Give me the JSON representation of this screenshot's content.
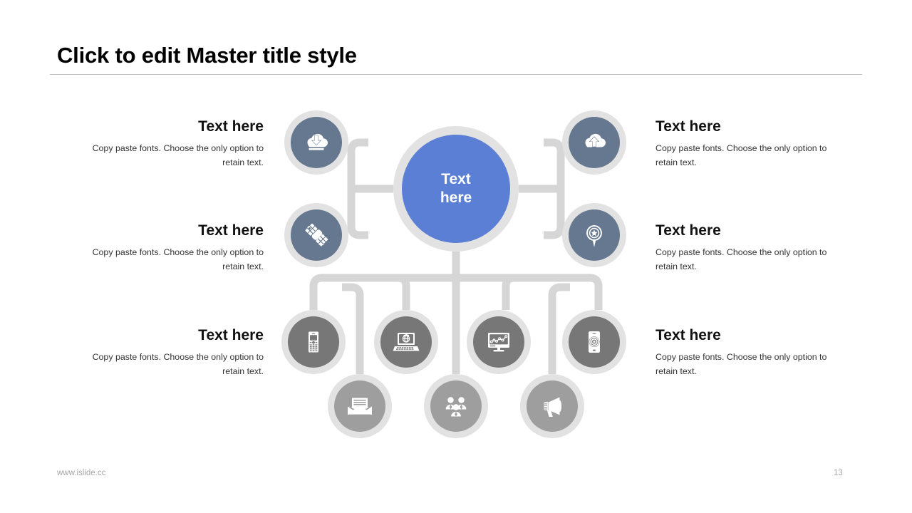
{
  "slide": {
    "title": "Click to edit Master title style",
    "footer_url": "www.islide.cc",
    "page_number": "13"
  },
  "colors": {
    "hub_blue": "#5b7fd4",
    "ring_gray": "#e2e2e2",
    "connector_gray": "#d6d6d6",
    "icon_slate": "#66788f",
    "icon_dark_gray": "#777777",
    "icon_light_gray": "#9e9e9e",
    "title_black": "#000000",
    "rule_gray": "#bfbfbf",
    "footer_gray": "#a6a6a6"
  },
  "hub": {
    "label_line1": "Text",
    "label_line2": "here"
  },
  "text_blocks": [
    {
      "id": "left-top",
      "side": "left",
      "heading": "Text here",
      "body": "Copy paste fonts. Choose the only option to retain text."
    },
    {
      "id": "left-middle",
      "side": "left",
      "heading": "Text here",
      "body": "Copy paste fonts. Choose the only option to retain text."
    },
    {
      "id": "left-bottom",
      "side": "left",
      "heading": "Text here",
      "body": "Copy paste fonts. Choose the only option to retain text."
    },
    {
      "id": "right-top",
      "side": "right",
      "heading": "Text here",
      "body": "Copy paste fonts. Choose the only option to retain text."
    },
    {
      "id": "right-middle",
      "side": "right",
      "heading": "Text here",
      "body": "Copy paste fonts. Choose the only option to retain text."
    },
    {
      "id": "right-bottom",
      "side": "right",
      "heading": "Text here",
      "body": "Copy paste fonts. Choose the only option to retain text."
    }
  ],
  "nodes": [
    {
      "id": "cloud-download",
      "icon": "cloud-download-icon",
      "group": "slate"
    },
    {
      "id": "satellite",
      "icon": "satellite-icon",
      "group": "slate"
    },
    {
      "id": "cloud-upload",
      "icon": "cloud-upload-icon",
      "group": "slate"
    },
    {
      "id": "map-pin-star",
      "icon": "map-pin-star-icon",
      "group": "slate"
    },
    {
      "id": "feature-phone",
      "icon": "mobile-phone-icon",
      "group": "dark-gray"
    },
    {
      "id": "laptop-globe",
      "icon": "laptop-globe-icon",
      "group": "dark-gray"
    },
    {
      "id": "monitor-chart",
      "icon": "monitor-chart-icon",
      "group": "dark-gray"
    },
    {
      "id": "smartphone",
      "icon": "smartphone-target-icon",
      "group": "dark-gray"
    },
    {
      "id": "envelope",
      "icon": "envelope-icon",
      "group": "light-gray"
    },
    {
      "id": "people-group",
      "icon": "people-group-icon",
      "group": "light-gray"
    },
    {
      "id": "megaphone",
      "icon": "megaphone-icon",
      "group": "light-gray"
    }
  ]
}
